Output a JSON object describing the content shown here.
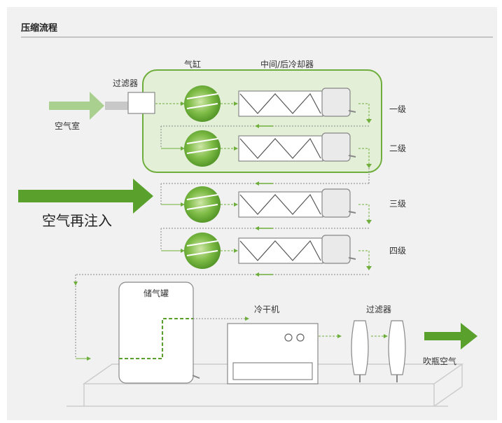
{
  "title": "压缩流程",
  "labels": {
    "cylinder": "气缸",
    "cooler": "中间/后冷却器",
    "filter_top": "过滤器",
    "air_chamber": "空气室",
    "stage1": "一级",
    "stage2": "二级",
    "stage3": "三级",
    "stage4": "四级",
    "reinjection": "空气再注入",
    "tank": "储气罐",
    "dryer": "冷干机",
    "filter_bottom": "过滤器",
    "blow_air": "吹瓶空气"
  },
  "colors": {
    "green_dark": "#5aa02c",
    "green_light": "#a9d08e",
    "panel_bg": "#f1f1f1",
    "outline": "#888888",
    "box_fill": "#ffffff",
    "highlight_fill": "#e3efd6"
  }
}
